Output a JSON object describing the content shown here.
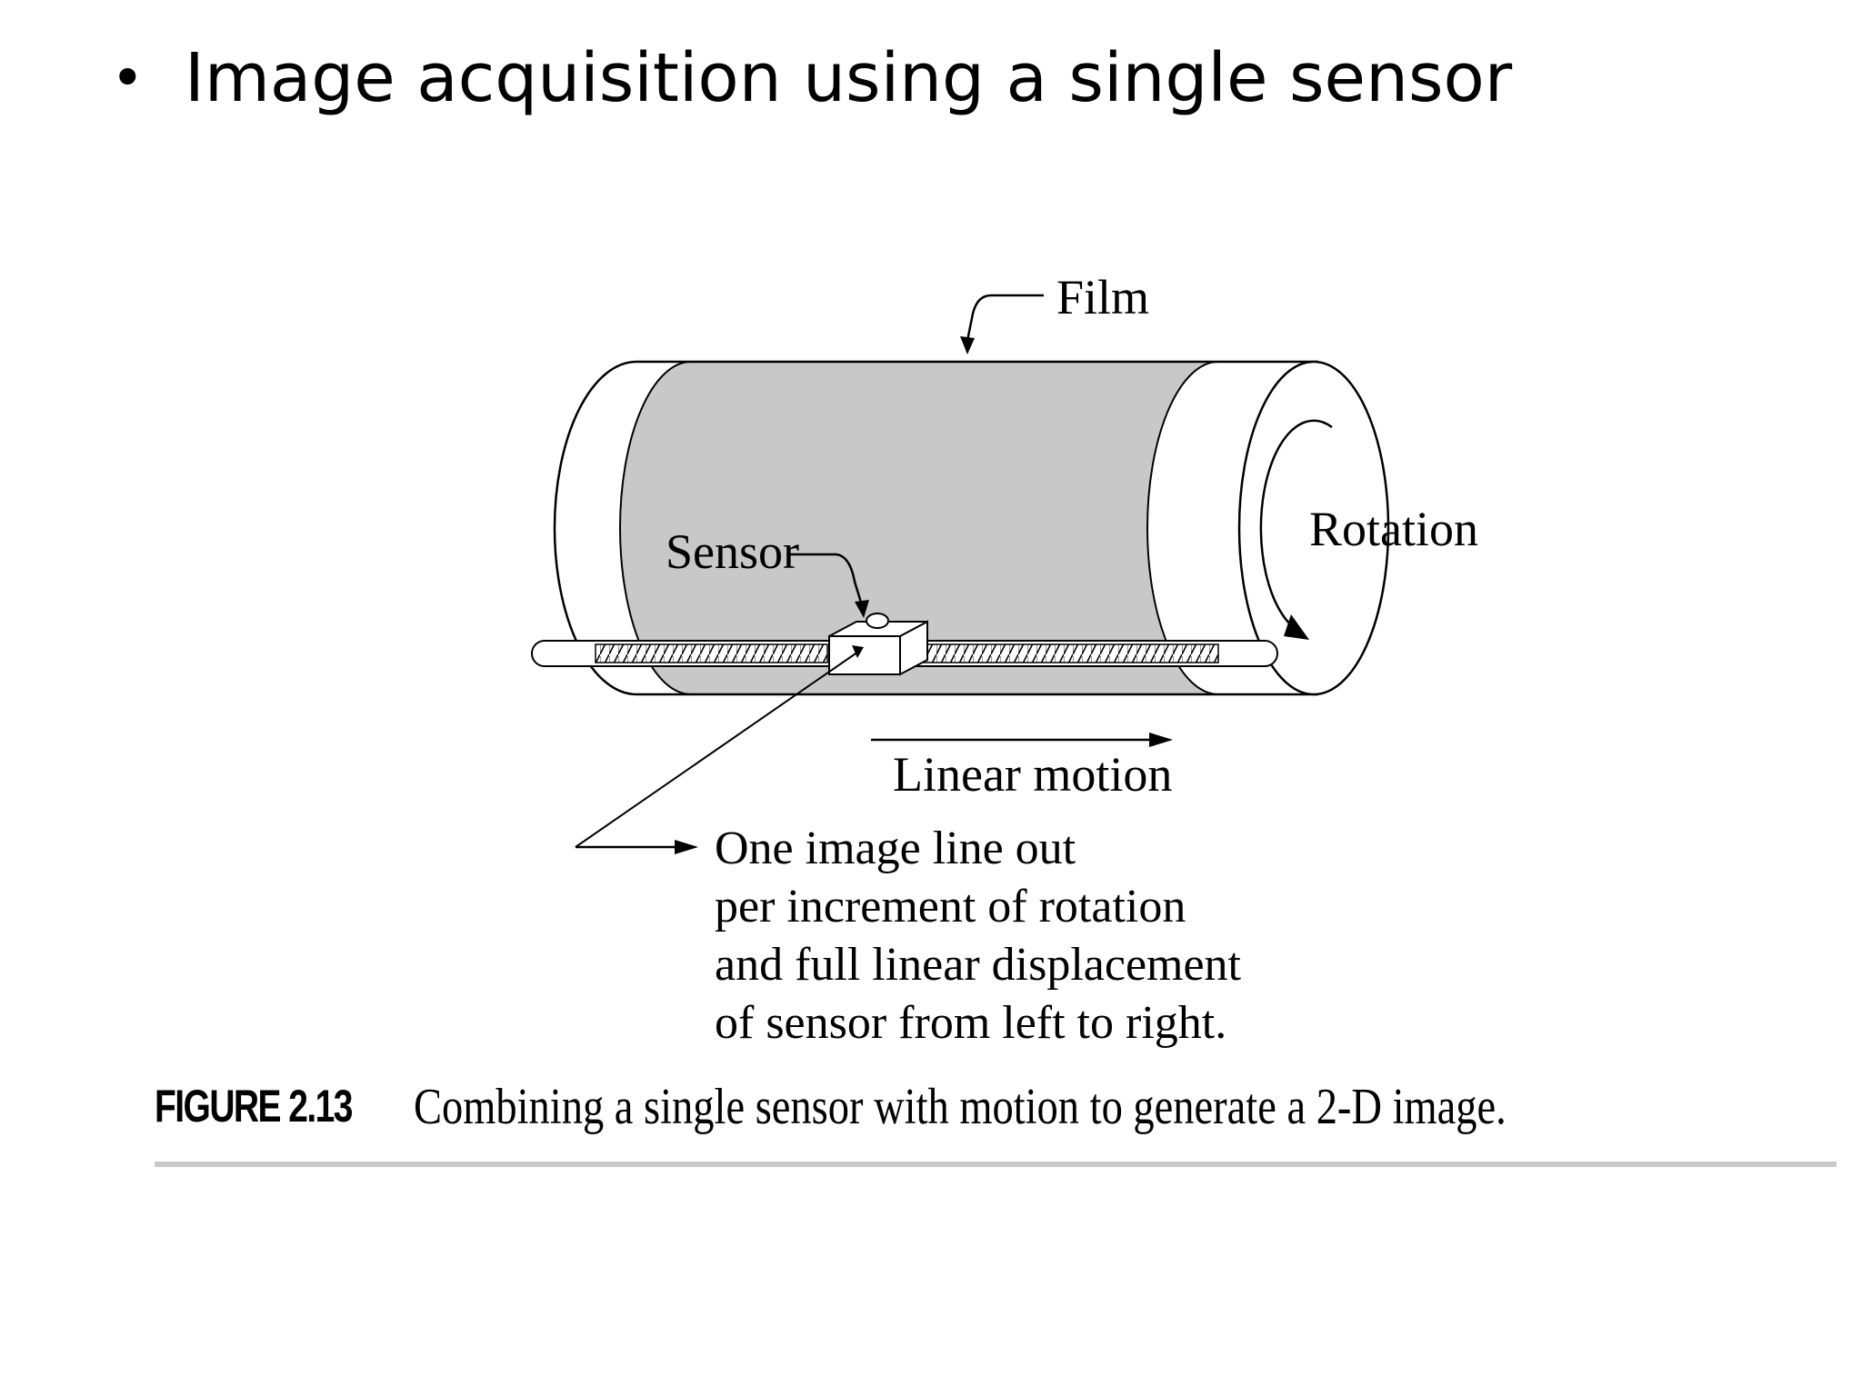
{
  "slide": {
    "bullet": "•",
    "title": "Image acquisition using a single sensor"
  },
  "figure": {
    "labels": {
      "film": "Film",
      "rotation": "Rotation",
      "sensor": "Sensor",
      "linear_motion": "Linear motion",
      "output_line1": "One image line out",
      "output_line2": "per increment of rotation",
      "output_line3": "and full linear displacement",
      "output_line4": "of sensor from left to right."
    },
    "caption": {
      "label": "FIGURE 2.13",
      "text": "Combining a single sensor with motion to generate a 2-D image."
    },
    "colors": {
      "film_fill": "#c8c8c8",
      "line": "#000000",
      "rule": "#c8c8c8"
    }
  }
}
